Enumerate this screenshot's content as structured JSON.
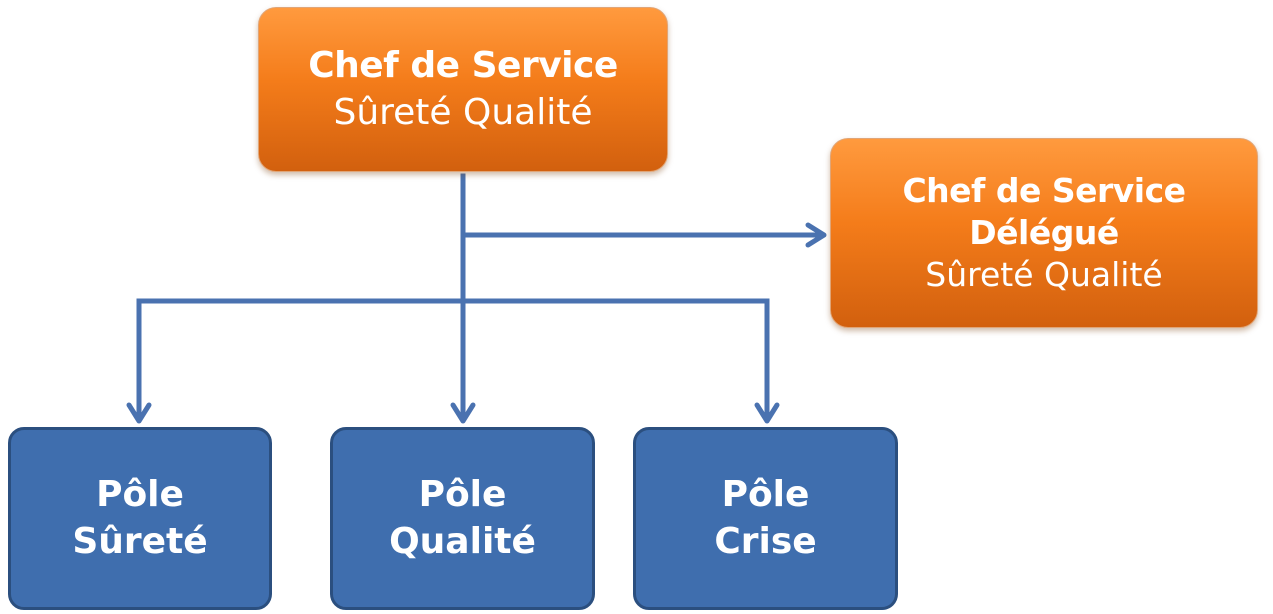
{
  "diagram": {
    "top_box": {
      "title": "Chef de Service",
      "subtitle": "Sûreté Qualité"
    },
    "delegate_box": {
      "title": "Chef de Service",
      "title_line2": "Délégué",
      "subtitle": "Sûreté Qualité"
    },
    "poles": [
      {
        "line1": "Pôle",
        "line2": "Sûreté"
      },
      {
        "line1": "Pôle",
        "line2": "Qualité"
      },
      {
        "line1": "Pôle",
        "line2": "Crise"
      }
    ],
    "colors": {
      "orange_top": "#ff9a3e",
      "orange_bottom": "#d2600e",
      "blue_fill": "#3f6eae",
      "blue_border": "#2b4f7f",
      "connector": "#4a72b0",
      "text": "#ffffff"
    }
  }
}
